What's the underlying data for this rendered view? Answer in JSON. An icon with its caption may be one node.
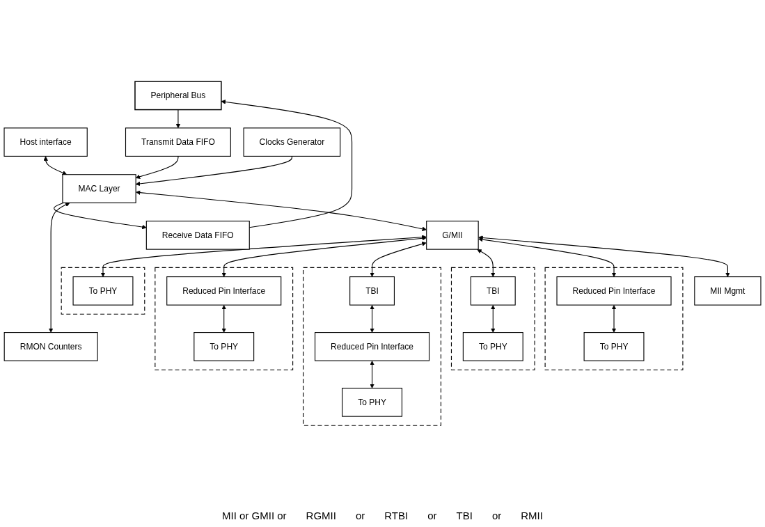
{
  "diagram": {
    "nodes": [
      {
        "text": [
          "Peripheral Bus"
        ]
      },
      {
        "text": [
          "Host interface"
        ]
      },
      {
        "text": [
          "Transmit Data FIFO"
        ]
      },
      {
        "text": [
          "Receive Data FIFO"
        ]
      },
      {
        "text": [
          "Clocks Generator"
        ]
      },
      {
        "text": [
          "MAC Layer"
        ]
      },
      {
        "text": [
          "G/MII"
        ]
      },
      {
        "text": [
          "RMON Counters"
        ]
      },
      {
        "text": [],
        "shape": "box"
      },
      {
        "text": [
          "To PHY"
        ],
        "in": 8
      },
      {
        "text": [],
        "shape": "box"
      },
      {
        "text": [
          "Reduced Pin Interface"
        ],
        "in": 10
      },
      {
        "text": [
          "To PHY"
        ],
        "in": 10
      },
      {
        "text": [],
        "shape": "box"
      },
      {
        "text": [
          "TBI"
        ],
        "in": 13
      },
      {
        "text": [
          "Reduced Pin Interface"
        ],
        "in": 13
      },
      {
        "text": [
          "To PHY"
        ],
        "in": 13
      },
      {
        "text": [],
        "shape": "box"
      },
      {
        "text": [
          "TBI"
        ],
        "in": 17
      },
      {
        "text": [
          "To PHY"
        ],
        "in": 17
      },
      {
        "text": [],
        "shape": "box"
      },
      {
        "text": [
          "Reduced Pin Interface"
        ],
        "in": 20
      },
      {
        "text": [
          "To PHY"
        ],
        "in": 20
      },
      {
        "text": [
          "MII Mgmt"
        ]
      }
    ],
    "edges": [
      {
        "from": 0,
        "to": 2,
        "arrow": "to"
      },
      {
        "from": 3,
        "to": 0,
        "arrow": "to"
      },
      {
        "from": 1,
        "to": 5,
        "arrow": "both"
      },
      {
        "from": 2,
        "to": 5,
        "arrow": "to"
      },
      {
        "from": 5,
        "to": 3,
        "arrow": "to"
      },
      {
        "from": 4,
        "to": 5,
        "arrow": "to"
      },
      {
        "from": 5,
        "to": 7,
        "arrow": "both"
      },
      {
        "from": 5,
        "to": 6,
        "arrow": "both"
      },
      {
        "from": 6,
        "to": 9,
        "arrow": "both"
      },
      {
        "from": 6,
        "to": 11,
        "arrow": "both"
      },
      {
        "from": 11,
        "to": 12,
        "arrow": "both"
      },
      {
        "from": 6,
        "to": 14,
        "arrow": "both"
      },
      {
        "from": 14,
        "to": 15,
        "arrow": "both"
      },
      {
        "from": 15,
        "to": 16,
        "arrow": "both"
      },
      {
        "from": 6,
        "to": 18,
        "arrow": "both"
      },
      {
        "from": 18,
        "to": 19,
        "arrow": "both"
      },
      {
        "from": 6,
        "to": 21,
        "arrow": "both"
      },
      {
        "from": 21,
        "to": 22,
        "arrow": "both"
      },
      {
        "from": 6,
        "to": 23,
        "arrow": "both"
      }
    ],
    "labels": [
      "MII or GMII or",
      "RGMII",
      "or",
      "RTBI",
      "or",
      "TBI",
      "or",
      "RMII"
    ]
  }
}
